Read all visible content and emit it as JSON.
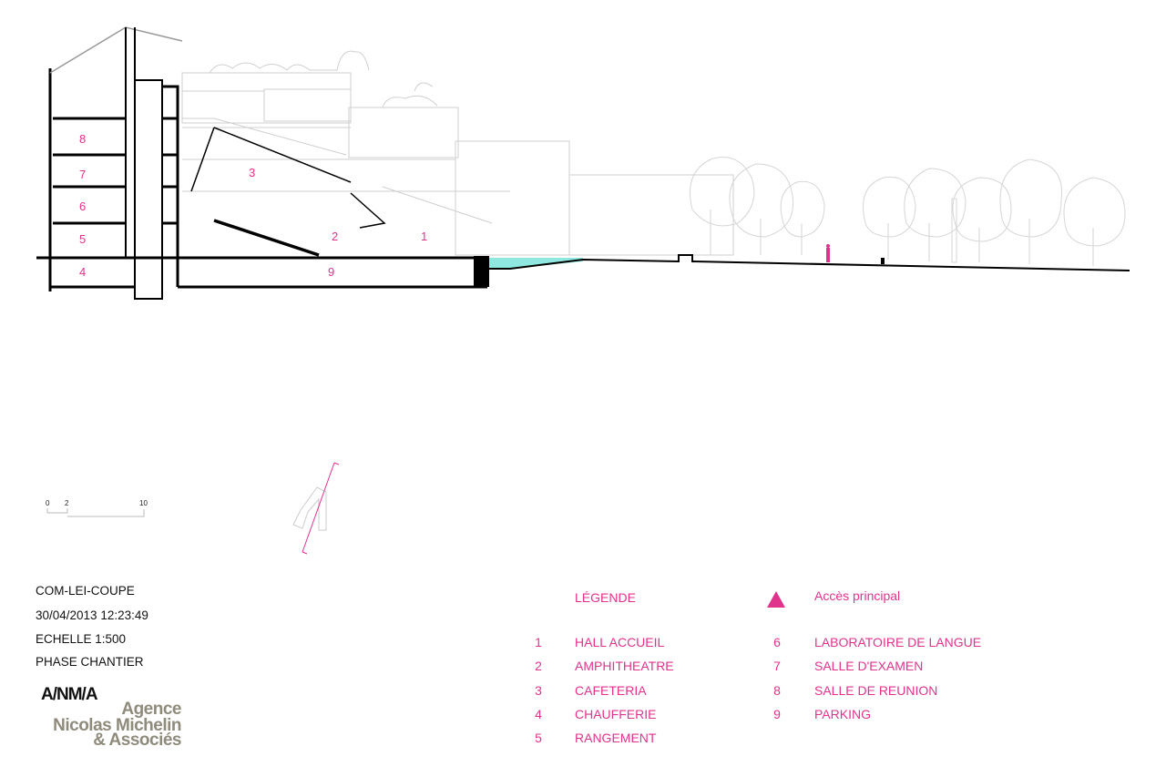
{
  "drawing": {
    "rooms": [
      "1",
      "2",
      "3",
      "4",
      "5",
      "6",
      "7",
      "8",
      "9"
    ],
    "colors": {
      "accent": "#e0338c",
      "water": "#8ee8df",
      "structure": "#000000",
      "elevation": "#c8c8c8"
    }
  },
  "scale_bar": {
    "ticks": [
      "0",
      "2",
      "10"
    ]
  },
  "title_block": {
    "code": "COM-LEI-COUPE",
    "datetime": "30/04/2013 12:23:49",
    "scale": "ECHELLE 1:500",
    "phase": "PHASE CHANTIER"
  },
  "logo": {
    "mark": "A/NM/A",
    "line1": "Agence",
    "line2": "Nicolas Michelin",
    "line3": "& Associés"
  },
  "legend": {
    "title": "LÉGENDE",
    "access_label": "Accès principal",
    "access_icon": "triangle-icon",
    "items": [
      {
        "num": "1",
        "label": "HALL ACCUEIL"
      },
      {
        "num": "2",
        "label": "AMPHITHEATRE"
      },
      {
        "num": "3",
        "label": "CAFETERIA"
      },
      {
        "num": "4",
        "label": "CHAUFFERIE"
      },
      {
        "num": "5",
        "label": "RANGEMENT"
      },
      {
        "num": "6",
        "label": "LABORATOIRE DE LANGUE"
      },
      {
        "num": "7",
        "label": "SALLE D'EXAMEN"
      },
      {
        "num": "8",
        "label": "SALLE DE REUNION"
      },
      {
        "num": "9",
        "label": "PARKING"
      }
    ]
  }
}
